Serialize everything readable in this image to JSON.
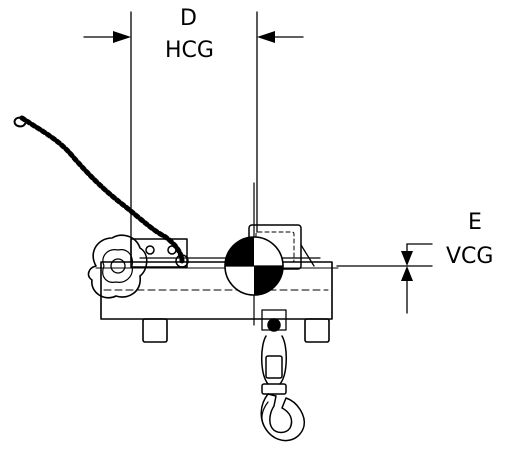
{
  "labels": {
    "d": "D",
    "hcg": "HCG",
    "e": "E",
    "vcg": "VCG"
  },
  "colors": {
    "line": "#000000",
    "background": "#ffffff"
  }
}
